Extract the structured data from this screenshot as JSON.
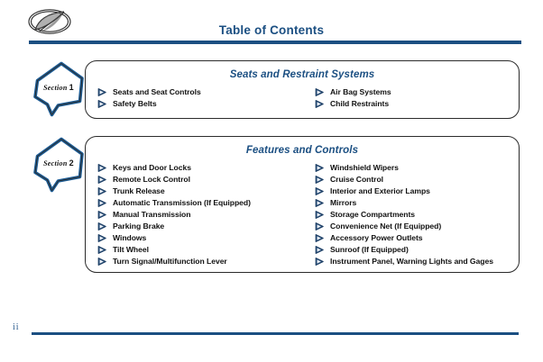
{
  "header": {
    "title": "Table of Contents",
    "logo_icon": "oldsmobile-rocket-logo",
    "rule_color": "#1b4f82"
  },
  "theme": {
    "accent": "#1b4f82",
    "text": "#111111",
    "panel_border": "#2b2b2b",
    "badge_outline": "#1b5c96"
  },
  "sections": [
    {
      "badge_word": "Section",
      "badge_number": "1",
      "title": "Seats and Restraint Systems",
      "left_items": [
        "Seats and Seat Controls",
        "Safety Belts"
      ],
      "right_items": [
        "Air Bag Systems",
        "Child Restraints"
      ]
    },
    {
      "badge_word": "Section",
      "badge_number": "2",
      "title": "Features and Controls",
      "left_items": [
        "Keys and Door Locks",
        "Remote Lock Control",
        "Trunk Release",
        "Automatic Transmission (If Equipped)",
        "Manual Transmission",
        "Parking Brake",
        "Windows",
        "Tilt Wheel",
        "Turn Signal/Multifunction Lever"
      ],
      "right_items": [
        "Windshield Wipers",
        "Cruise Control",
        "Interior and Exterior Lamps",
        "Mirrors",
        "Storage Compartments",
        "Convenience Net (If Equipped)",
        "Accessory Power Outlets",
        "Sunroof (If Equipped)",
        "Instrument Panel, Warning Lights and Gages"
      ]
    }
  ],
  "footer": {
    "page_number": "ii"
  }
}
